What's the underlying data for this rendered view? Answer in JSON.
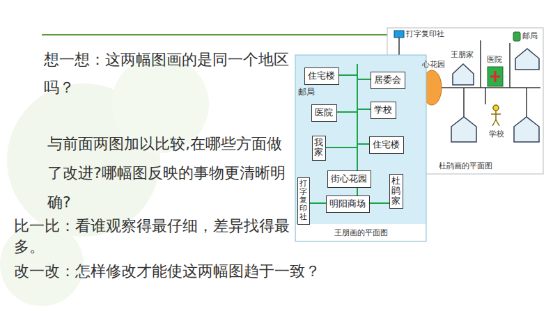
{
  "diagram": {
    "nodes": [
      {
        "text": [
          "王朋画的平面图"
        ]
      },
      {
        "text": [
          "住宅楼"
        ],
        "in": 0
      },
      {
        "text": [
          "居委会"
        ],
        "in": 0
      },
      {
        "text": [
          "医院"
        ],
        "in": 0
      },
      {
        "text": [
          "学校"
        ],
        "in": 0
      },
      {
        "text": [
          "我家"
        ],
        "in": 0
      },
      {
        "text": [
          "住宅楼"
        ],
        "in": 0
      },
      {
        "text": [
          "街心花园"
        ],
        "in": 0
      },
      {
        "text": [
          "杜鹃家"
        ],
        "in": 0
      },
      {
        "text": [
          "打字复印社"
        ],
        "in": 0
      },
      {
        "text": [
          "明阳商场"
        ],
        "in": 0
      },
      {
        "text": [
          "杜鹃画的平面图"
        ]
      }
    ],
    "labels": [
      "想一想：这两幅图画的是同一个地区吗？",
      "与前面两图加以比较,在哪些方面做了改进?哪幅图反映的事物更清晰明确?",
      "比一比：看谁观察得最仔细，差异找得最多。",
      "改一改：怎样修改才能使这两幅图趋于一致？",
      "邮局",
      "打字复印社",
      "医院",
      "邮局",
      "王朋家",
      "心花园",
      "学校"
    ]
  }
}
